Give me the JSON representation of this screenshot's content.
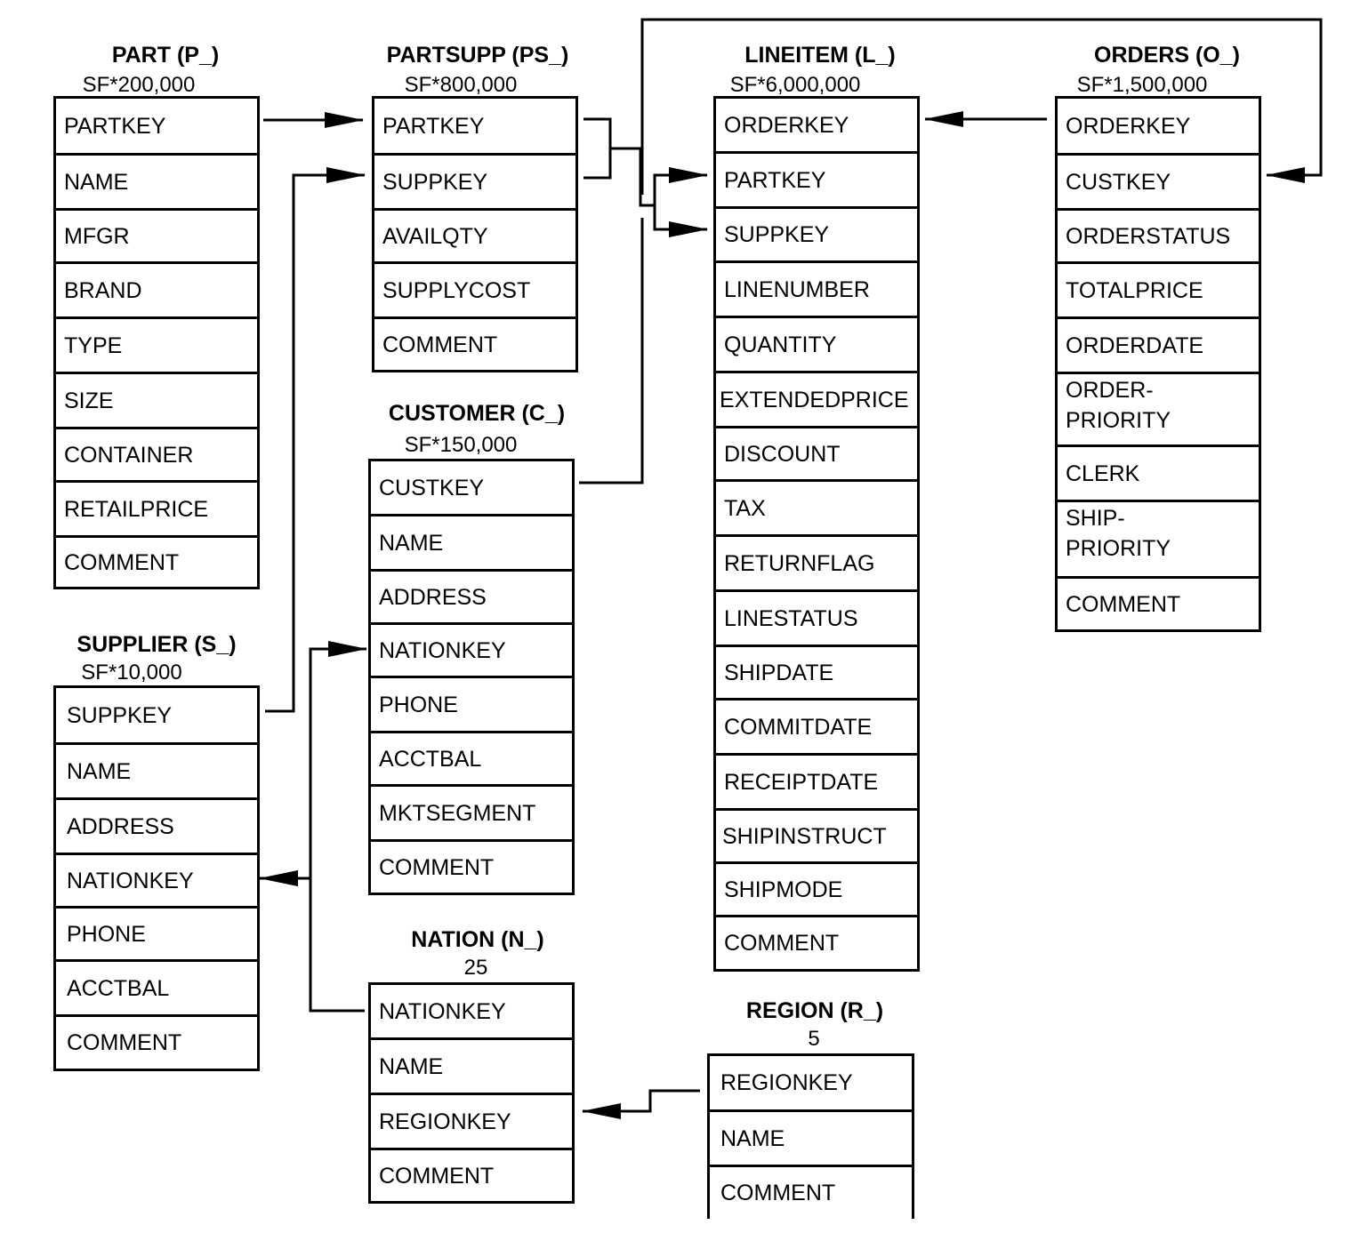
{
  "tables": {
    "part": {
      "title": "PART (P_)",
      "cardinality": "SF*200,000",
      "columns": [
        "PARTKEY",
        "NAME",
        "MFGR",
        "BRAND",
        "TYPE",
        "SIZE",
        "CONTAINER",
        "RETAILPRICE",
        "COMMENT"
      ]
    },
    "partsupp": {
      "title": "PARTSUPP (PS_)",
      "cardinality": "SF*800,000",
      "columns": [
        "PARTKEY",
        "SUPPKEY",
        "AVAILQTY",
        "SUPPLYCOST",
        "COMMENT"
      ]
    },
    "lineitem": {
      "title": "LINEITEM (L_)",
      "cardinality": "SF*6,000,000",
      "columns": [
        "ORDERKEY",
        "PARTKEY",
        "SUPPKEY",
        "LINENUMBER",
        "QUANTITY",
        "EXTENDEDPRICE",
        "DISCOUNT",
        "TAX",
        "RETURNFLAG",
        "LINESTATUS",
        "SHIPDATE",
        "COMMITDATE",
        "RECEIPTDATE",
        "SHIPINSTRUCT",
        "SHIPMODE",
        "COMMENT"
      ]
    },
    "orders": {
      "title": "ORDERS (O_)",
      "cardinality": "SF*1,500,000",
      "columns": [
        "ORDERKEY",
        "CUSTKEY",
        "ORDERSTATUS",
        "TOTALPRICE",
        "ORDERDATE",
        "ORDER-\nPRIORITY",
        "CLERK",
        "SHIP-\nPRIORITY",
        "COMMENT"
      ]
    },
    "customer": {
      "title": "CUSTOMER (C_)",
      "cardinality": "SF*150,000",
      "columns": [
        "CUSTKEY",
        "NAME",
        "ADDRESS",
        "NATIONKEY",
        "PHONE",
        "ACCTBAL",
        "MKTSEGMENT",
        "COMMENT"
      ]
    },
    "supplier": {
      "title": "SUPPLIER (S_)",
      "cardinality": "SF*10,000",
      "columns": [
        "SUPPKEY",
        "NAME",
        "ADDRESS",
        "NATIONKEY",
        "PHONE",
        "ACCTBAL",
        "COMMENT"
      ]
    },
    "nation": {
      "title": "NATION (N_)",
      "cardinality": "25",
      "columns": [
        "NATIONKEY",
        "NAME",
        "REGIONKEY",
        "COMMENT"
      ]
    },
    "region": {
      "title": "REGION (R_)",
      "cardinality": "5",
      "columns": [
        "REGIONKEY",
        "NAME",
        "COMMENT"
      ]
    }
  },
  "relationships": [
    {
      "from": "part.PARTKEY",
      "to": "partsupp.PARTKEY"
    },
    {
      "from": "supplier.SUPPKEY",
      "to": "partsupp.SUPPKEY"
    },
    {
      "from": "partsupp.PARTKEY",
      "to": "lineitem.PARTKEY"
    },
    {
      "from": "partsupp.SUPPKEY",
      "to": "lineitem.SUPPKEY"
    },
    {
      "from": "orders.ORDERKEY",
      "to": "lineitem.ORDERKEY"
    },
    {
      "from": "customer.CUSTKEY",
      "to": "orders.CUSTKEY"
    },
    {
      "from": "nation.NATIONKEY",
      "to": "customer.NATIONKEY"
    },
    {
      "from": "nation.NATIONKEY",
      "to": "supplier.NATIONKEY"
    },
    {
      "from": "region.REGIONKEY",
      "to": "nation.REGIONKEY"
    }
  ]
}
